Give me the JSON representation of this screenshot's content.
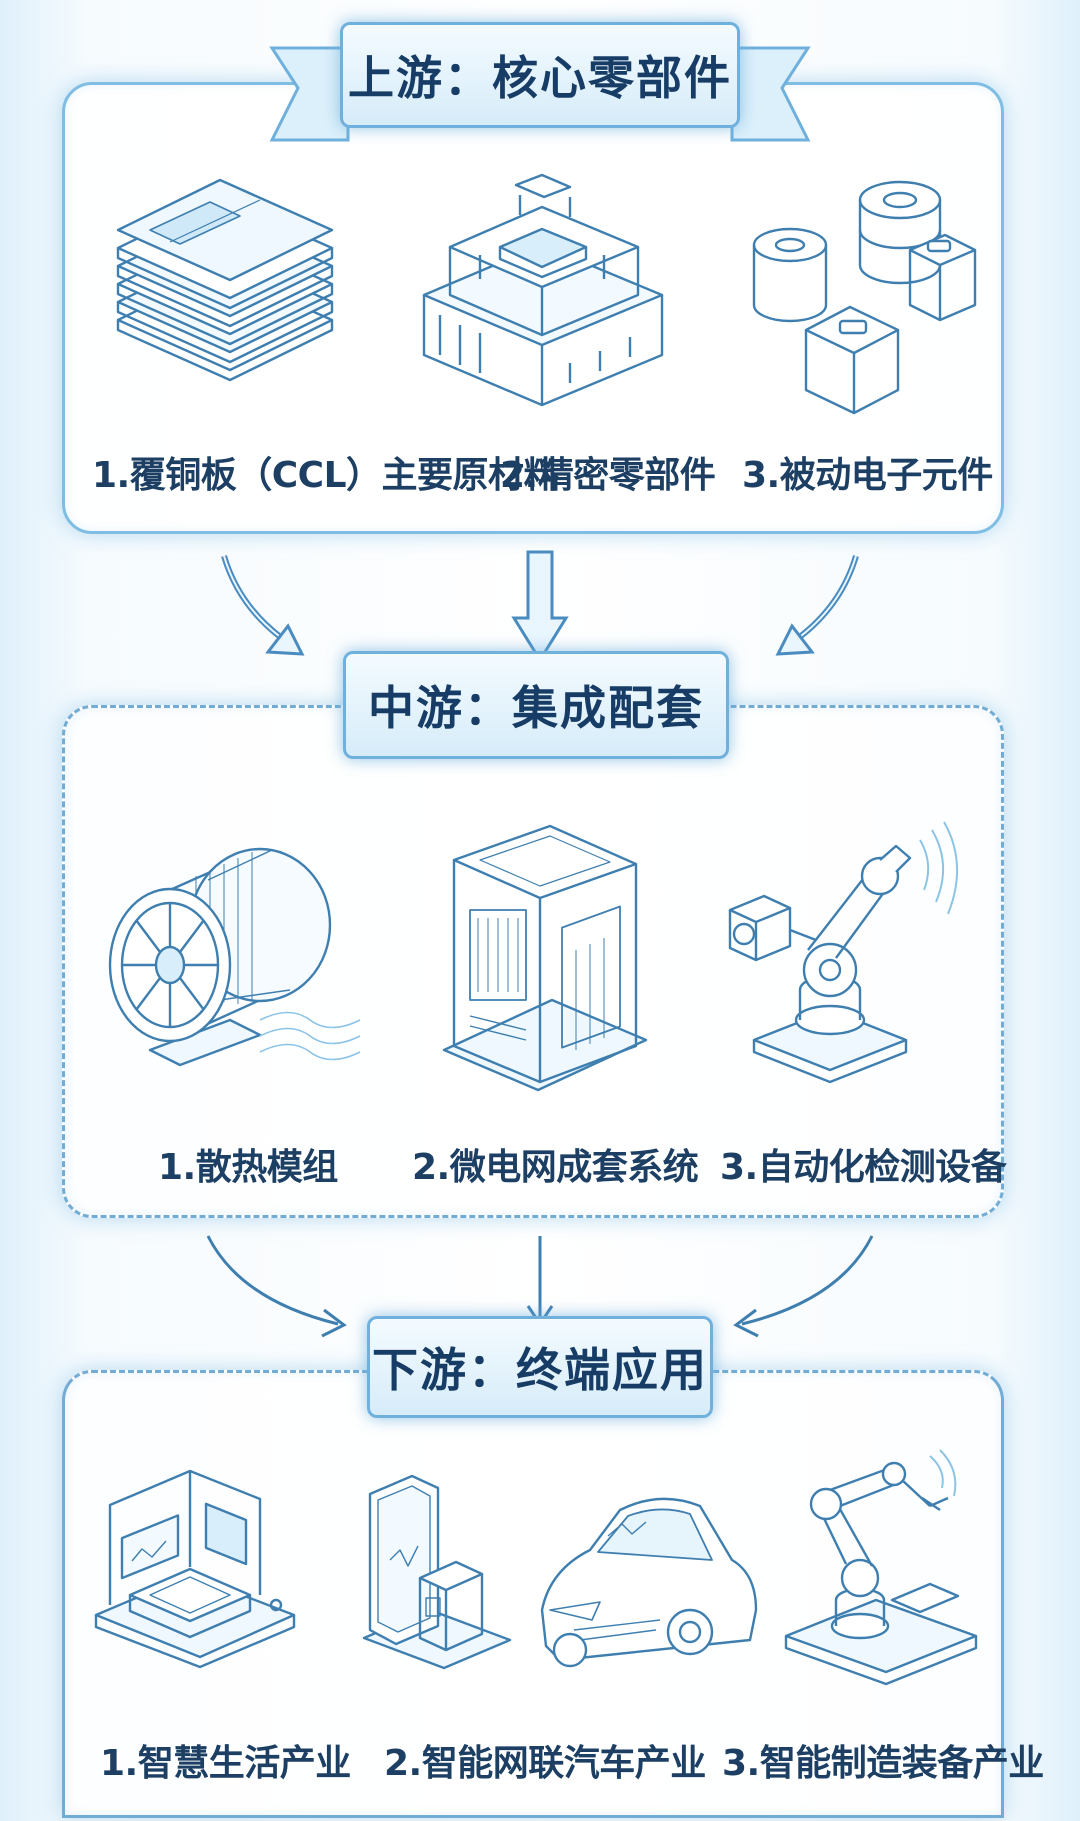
{
  "upstream": {
    "title": "上游：核心零部件",
    "items": [
      {
        "label": "1.覆铜板（CCL）主要原材料",
        "icon": "stacked-sheets-icon"
      },
      {
        "label": "2.精密零部件",
        "icon": "precision-part-icon"
      },
      {
        "label": "3.被动电子元件",
        "icon": "passive-components-icon"
      }
    ]
  },
  "midstream": {
    "title": "中游：集成配套",
    "items": [
      {
        "label": "1.散热模组",
        "icon": "cooling-fan-icon"
      },
      {
        "label": "2.微电网成套系统",
        "icon": "cabinet-icon"
      },
      {
        "label": "3.自动化检测设备",
        "icon": "robot-arm-camera-icon"
      }
    ]
  },
  "downstream": {
    "title": "下游：终端应用",
    "items": [
      {
        "label": "1.智慧生活产业",
        "icon": "smart-room-icon"
      },
      {
        "label": "2.智能网联汽车产业",
        "icon": "phone-car-icon"
      },
      {
        "label": "3.智能制造装备产业",
        "icon": "industrial-robot-icon"
      }
    ]
  },
  "colors": {
    "line": "#3f7fb0",
    "accent": "#6fb0dc",
    "fill": "#e6f4fc"
  }
}
